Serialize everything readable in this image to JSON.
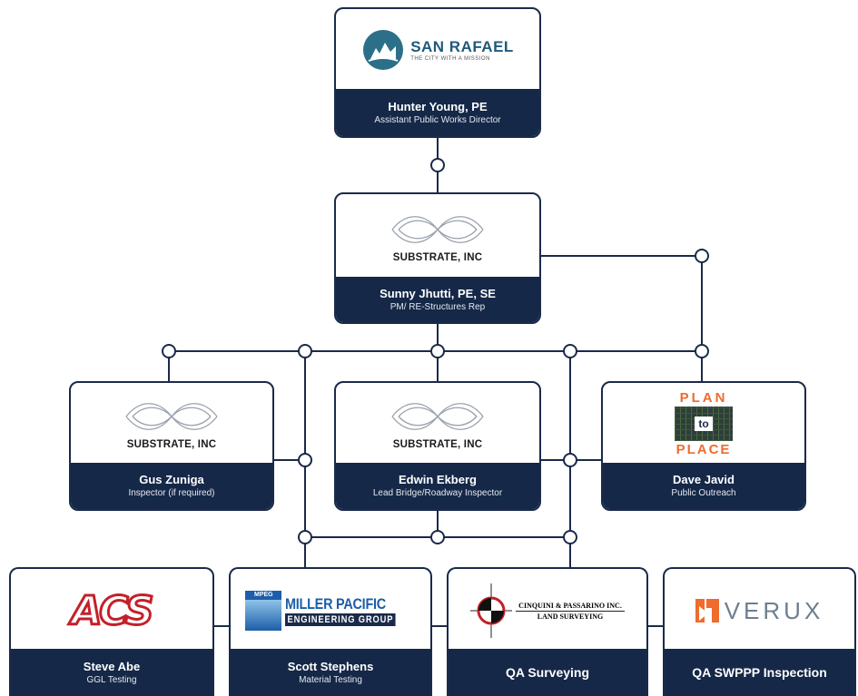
{
  "colors": {
    "navy": "#152848",
    "card_border": "#1a2a4a",
    "wire": "#1a2a4a",
    "acs_red": "#c4202a",
    "miller_blue": "#1d5ea8",
    "plan_orange": "#ef6b2e",
    "verux_gray": "#6d7f8f"
  },
  "top": {
    "logo": {
      "name": "SAN RAFAEL",
      "tagline": "THE CITY WITH A MISSION"
    },
    "name": "Hunter Young, PE",
    "role": "Assistant Public Works Director"
  },
  "pm": {
    "company": "SUBSTRATE, INC",
    "name": "Sunny Jhutti, PE, SE",
    "role": "PM/ RE-Structures Rep"
  },
  "mid": [
    {
      "company": "SUBSTRATE, INC",
      "name": "Gus Zuniga",
      "role": "Inspector (if required)"
    },
    {
      "company": "SUBSTRATE, INC",
      "name": "Edwin Ekberg",
      "role": "Lead Bridge/Roadway Inspector"
    },
    {
      "logo": {
        "line1": "PLAN",
        "middle": "to",
        "line2": "PLACE"
      },
      "name": "Dave Javid",
      "role": "Public Outreach"
    }
  ],
  "bottom": [
    {
      "logo": {
        "text": "ACS"
      },
      "name": "Steve Abe",
      "role": "GGL Testing"
    },
    {
      "logo": {
        "badge": "MPEG",
        "line1": "MILLER PACIFIC",
        "line2": "ENGINEERING GROUP"
      },
      "name": "Scott Stephens",
      "role": "Material Testing"
    },
    {
      "logo": {
        "line1": "CINQUINI & PASSARINO INC.",
        "line2": "LAND SURVEYING"
      },
      "label": "QA Surveying"
    },
    {
      "logo": {
        "text": "VERUX"
      },
      "label": "QA SWPPP Inspection"
    }
  ]
}
